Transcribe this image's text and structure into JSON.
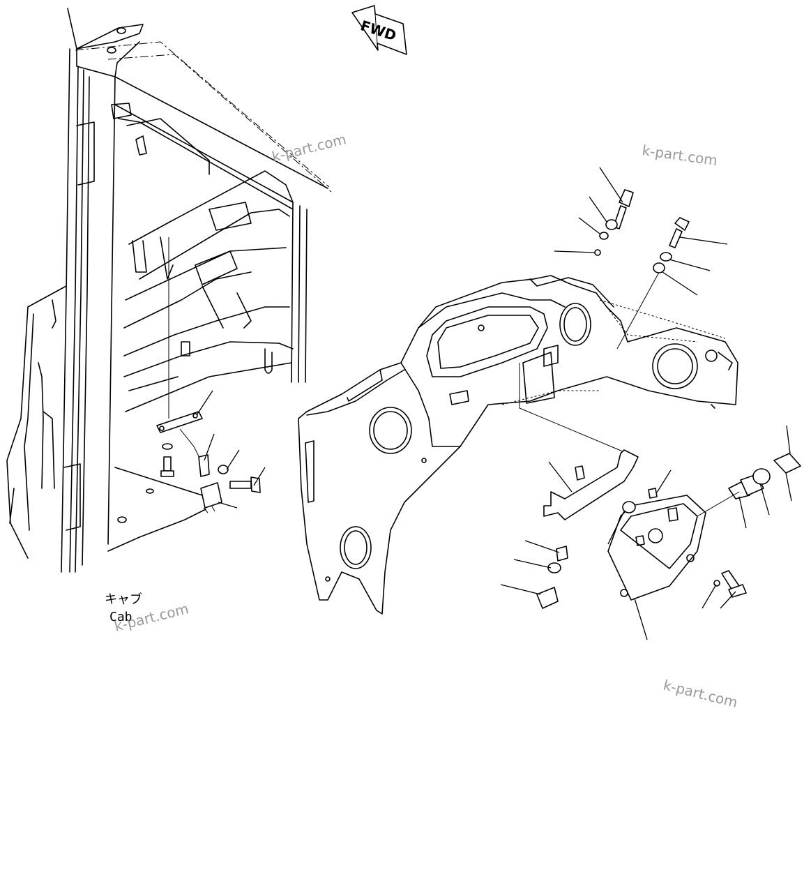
{
  "labels": {
    "fwd": "FWD",
    "cab_jp": "キャブ",
    "cab_en": "Cab"
  },
  "watermarks": [
    "k-part.com",
    "k-part.com",
    "k-part.com",
    "k-part.com"
  ]
}
